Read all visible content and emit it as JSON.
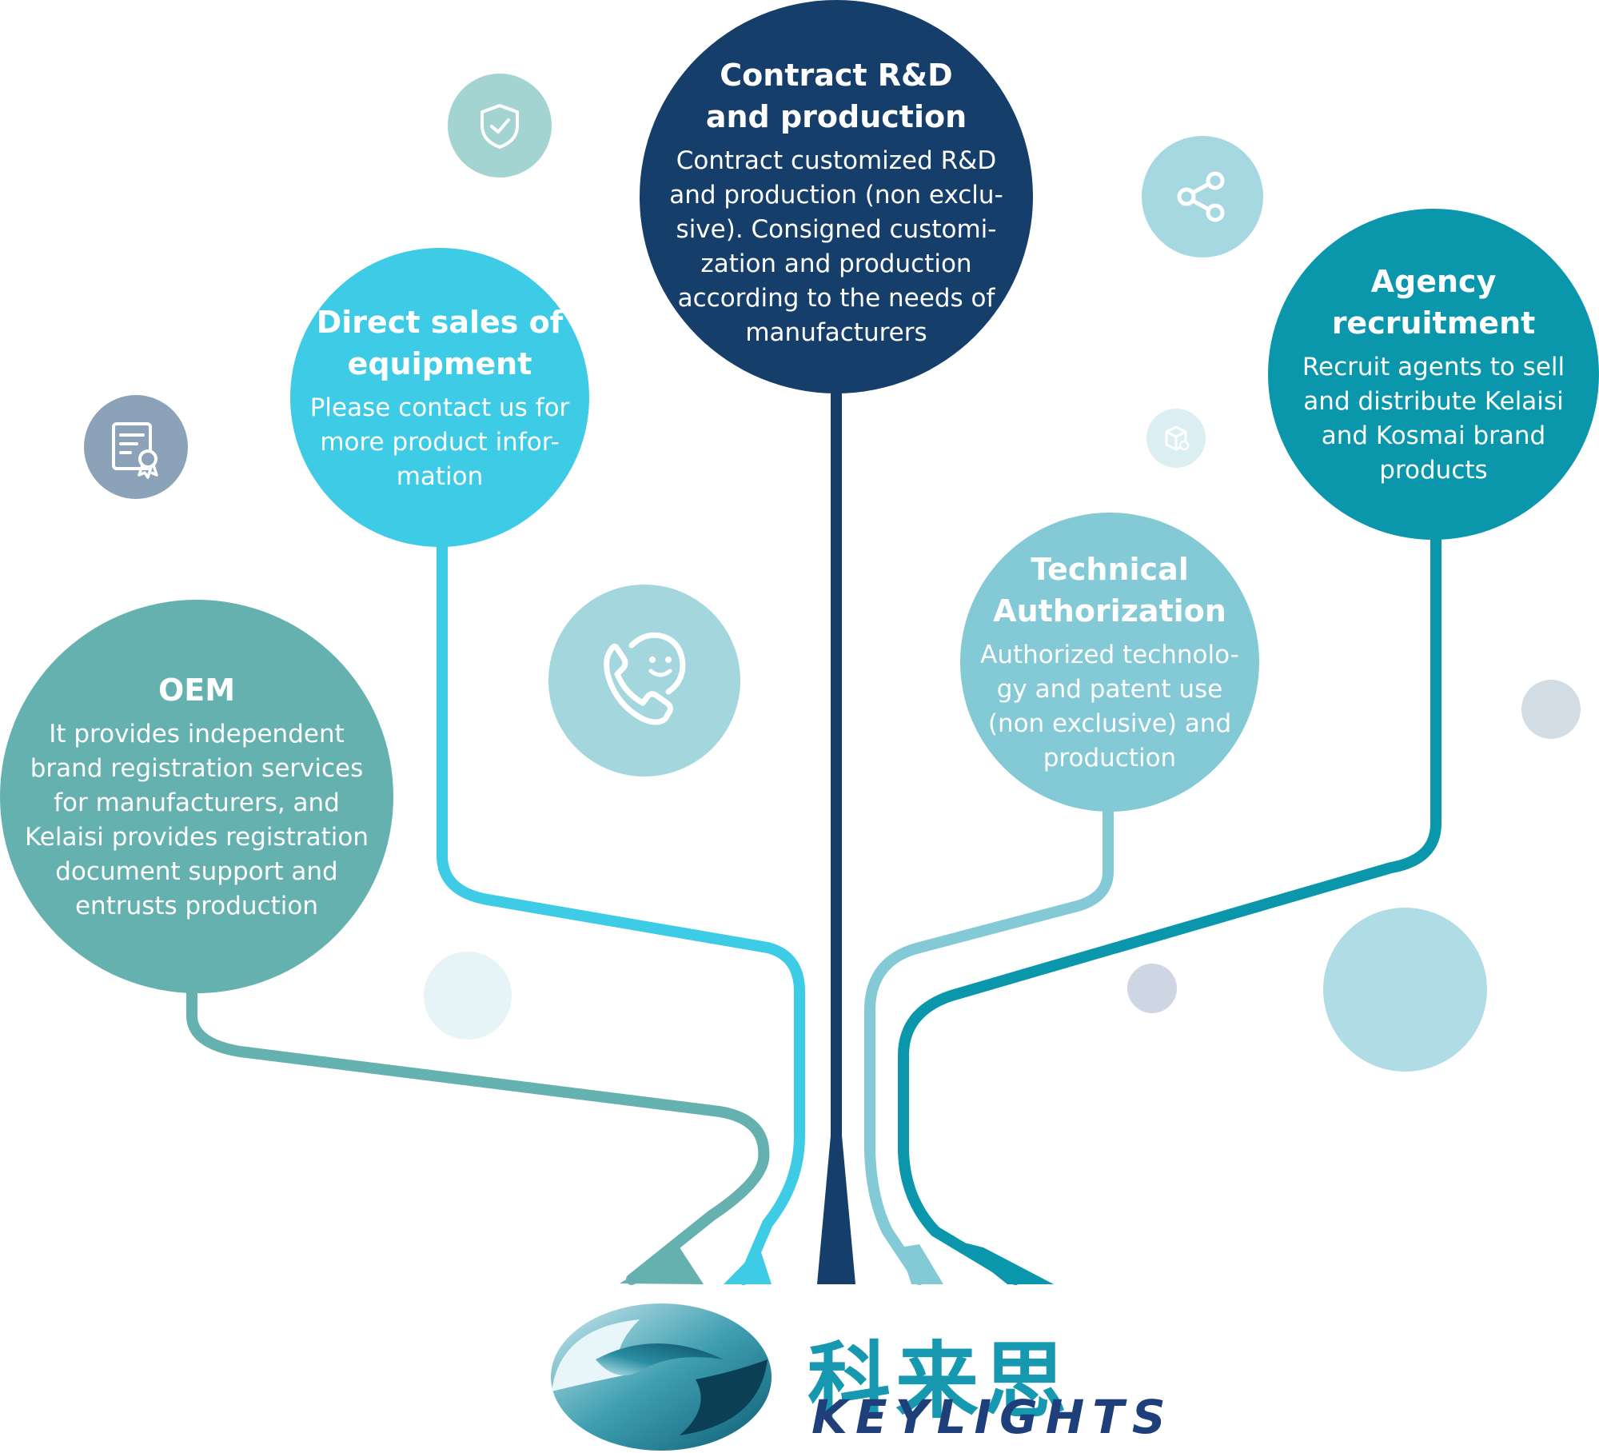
{
  "nodes": {
    "contract": {
      "title_lines": [
        "Contract R&D",
        "and production"
      ],
      "desc_lines": [
        "Contract customized R&D",
        "and production (non exclu-",
        "sive). Consigned customi-",
        "zation and production",
        "according to the needs of",
        "manufacturers"
      ],
      "color": "#163e6a"
    },
    "direct": {
      "title_lines": [
        "Direct sales of",
        "equipment"
      ],
      "desc_lines": [
        "Please contact us for",
        "more product infor-",
        "mation"
      ],
      "color": "#3ecbe6"
    },
    "agency": {
      "title_lines": [
        "Agency recruitment"
      ],
      "desc_lines": [
        "Recruit agents to sell",
        "and distribute Kelaisi",
        "and Kosmai brand",
        "products"
      ],
      "color": "#0b97ab"
    },
    "technical": {
      "title_lines": [
        "Technical",
        "Authorization"
      ],
      "desc_lines": [
        "Authorized technolo-",
        "gy and patent use",
        "(non exclusive) and",
        "production"
      ],
      "color": "#84c9d6"
    },
    "oem": {
      "title_lines": [
        "OEM"
      ],
      "desc_lines": [
        "It provides independent",
        "brand registration services",
        "for manufacturers, and",
        "Kelaisi provides registration",
        "document support and",
        "entrusts production"
      ],
      "color": "#65b1b0"
    }
  },
  "decorations": {
    "shield": {
      "icon": "shield-check-icon",
      "color": "#a3d4d2"
    },
    "certificate": {
      "icon": "certificate-icon",
      "color": "#8ba2b9"
    },
    "phone": {
      "icon": "phone-smile-icon",
      "color": "#a4d6de"
    },
    "share": {
      "icon": "share-icon",
      "color": "#a5d8e1"
    },
    "box": {
      "icon": "box-icon",
      "color": "#dbeff3"
    }
  },
  "logo": {
    "chinese": "科来思",
    "english": "KEYLIGHTS",
    "color": "#1f3f7a"
  }
}
